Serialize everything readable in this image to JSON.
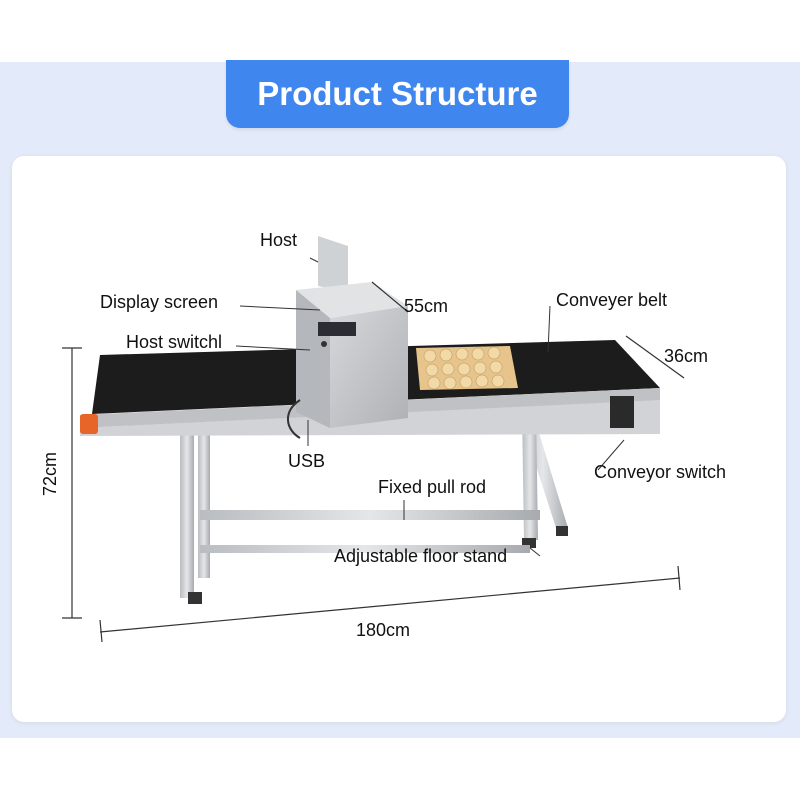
{
  "header": {
    "title": "Product Structure"
  },
  "labels": {
    "host": "Host",
    "display_screen": "Display screen",
    "host_switch": "Host switchl",
    "usb": "USB",
    "conveyer_belt": "Conveyer belt",
    "conveyor_switch": "Conveyor switch",
    "fixed_pull_rod": "Fixed pull rod",
    "adjustable_floor_stand": "Adjustable floor stand"
  },
  "dimensions": {
    "height": "72cm",
    "length": "180cm",
    "belt_width": "36cm",
    "host_width": "55cm"
  },
  "colors": {
    "accent": "#3f86ee",
    "background_band": "#e3eaf9",
    "belt": "#1c1c1c",
    "frame": "#c9cbce",
    "end_cap": "#e8652a",
    "eggs": "#e7c48b"
  }
}
